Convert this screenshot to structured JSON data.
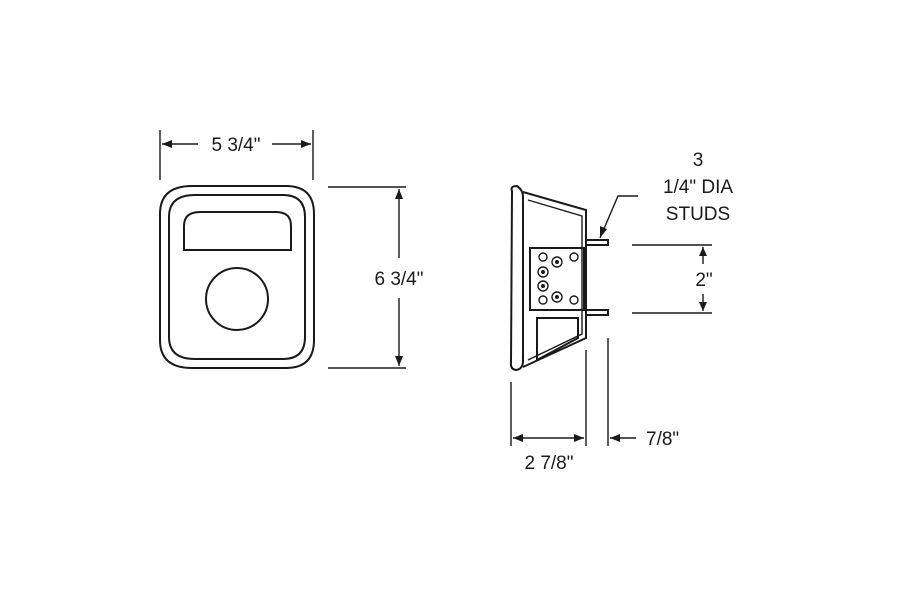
{
  "dimensions": {
    "front_width": "5 3/4\"",
    "front_height": "6 3/4\"",
    "side_depth": "2 7/8\"",
    "stud_length": "7/8\"",
    "stud_spacing": "2\""
  },
  "callout": {
    "line1": "3",
    "line2": "1/4\" DIA",
    "line3": "STUDS"
  },
  "colors": {
    "line": "#1a1a1a",
    "background": "#ffffff"
  }
}
